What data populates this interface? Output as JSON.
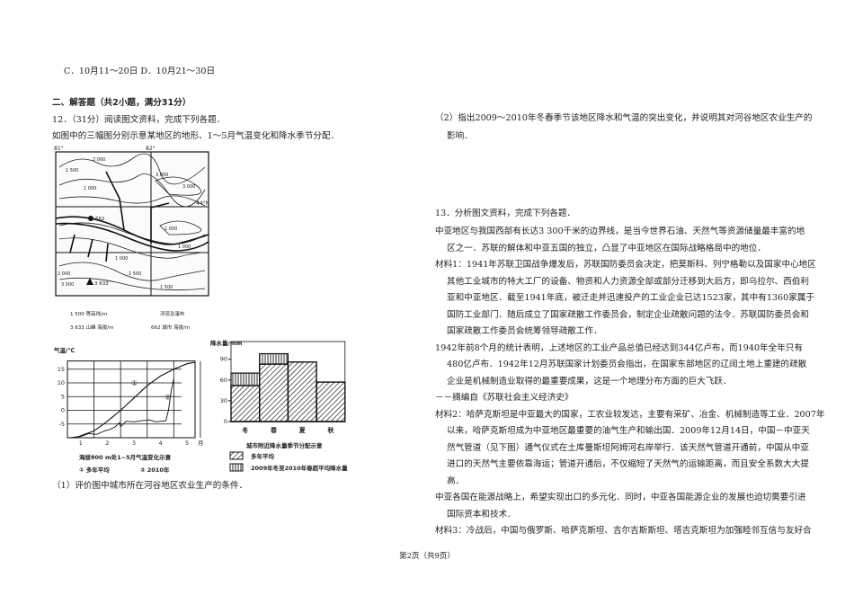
{
  "left": {
    "option_line": "C．10月11～20日 D．10月21～30日",
    "section_heading": "二、解答题（共2小题，满分31分）",
    "q12_title": "12．（31分）阅读图文资料，完成下列各题．",
    "q12_intro": "如图中的三幅图分别示意某地区的地形、1～5月气温变化和降水季节分配．",
    "map": {
      "lon_labels": [
        "81°",
        "82°"
      ],
      "lat_label": "44°N",
      "contour_labels": [
        "1 500",
        "2 000",
        "1 000",
        "3 000",
        "3 000",
        "1 000",
        "1 000",
        "1 000",
        "2 000",
        "3 000",
        "1 500",
        "2 000",
        "1 500",
        "1 000",
        "1 500"
      ],
      "city_label": "662",
      "peak_label": "3 633",
      "legend": {
        "contour": "1 500 等高线/m",
        "river": "河流及瀑布",
        "peak": "3 633 山峰 海拔/m",
        "city": "662 城市 海拔/m"
      }
    },
    "q12_part1": "（1）评价图中城市所在河谷地区农业生产的条件．"
  },
  "chart_data": [
    {
      "type": "line",
      "title": "海拔800 m处1~5月气温变化示意",
      "ylabel": "气温/℃",
      "xlabel": "月",
      "x_ticks": [
        "1",
        "2",
        "3",
        "4",
        "5"
      ],
      "y_ticks": [
        15,
        10,
        5,
        0,
        -5
      ],
      "ylim": [
        -10,
        18
      ],
      "xlim": [
        0.5,
        5.3
      ],
      "grid": true,
      "series": [
        {
          "name": "① 多年平均",
          "marker": "①",
          "x": [
            0.8,
            1.5,
            2.0,
            2.5,
            3.0,
            3.5,
            4.0,
            4.5,
            5.0,
            5.3
          ],
          "y": [
            -10,
            -7.5,
            -4,
            0,
            4.5,
            9,
            12.5,
            15,
            17,
            17.5
          ]
        },
        {
          "name": "② 2010年",
          "marker": "②",
          "x": [
            0.6,
            1.0,
            1.3,
            1.6,
            1.9,
            2.1,
            2.3,
            2.45,
            2.5,
            2.7,
            3.0,
            3.3,
            3.6,
            3.8,
            4.0,
            4.2,
            4.3,
            4.4,
            4.5
          ],
          "y": [
            -10,
            -9.5,
            -8.5,
            -8.8,
            -7.5,
            -7,
            -6,
            -4.5,
            -6,
            -4,
            -4.2,
            -3.8,
            -3.5,
            -4.2,
            -4,
            -3.8,
            0,
            7,
            11.5
          ]
        }
      ]
    },
    {
      "type": "bar",
      "title": "城市附近降水量季节分配示意",
      "ylabel": "降水量/mm",
      "categories": [
        "冬",
        "春",
        "夏",
        "秋"
      ],
      "y_ticks": [
        0,
        30,
        60,
        90
      ],
      "ylim": [
        0,
        100
      ],
      "series": [
        {
          "name": "多年平均",
          "pattern": "diagonal-hatch",
          "values": [
            52,
            83,
            86,
            57
          ]
        },
        {
          "name": "2009年冬至2010年春超平均降水量",
          "pattern": "vertical-hatch",
          "values": [
            18,
            15,
            0,
            0
          ]
        }
      ]
    }
  ],
  "right": {
    "q12_part2": [
      "（2）指出2009～2010年冬春季节该地区降水和气温的突出变化，并说明其对河谷地区农业生产的",
      "影响．"
    ],
    "q13_title": "13．分析图文资料，完成下列各题．",
    "lines": [
      "中亚地区与我国西部有长达3 300千米的边界线，是当今世界石油、天然气等资源储量最丰富的地",
      "区之一．苏联的解体和中亚五国的独立，凸显了中亚地区在国际战略格局中的地位．",
      "材料1：1941年苏联卫国战争爆发后，苏联国防委员会决定，把莫斯科、列宁格勒以及国家中心地区",
      "其他工业城市的特大工厂的设备、物资和人力资源全部或部分迁移到大后方，即乌拉尔、西伯利",
      "亚和中亚地区．截至1941年底，被迁走并迅速投产的工业企业已达1523家，其中有1360家属于",
      "国防工业部门．随后成立了国家疏散工作委员会，制定企业疏散问题的法令．苏联国防委员会和",
      "国家疏散工作委员会统筹领导疏散工作．",
      "1942年前8个月的统计表明，上述地区的工业产品总值已经达到344亿卢布，而1940年全年只有",
      "480亿卢布．1942年12月苏联国家计划委员会指出，在国家东部地区的辽阔土地上重建的疏散",
      "企业是机械制造业取得的最重要成果，这是一个地理分布方面的巨大飞跃．",
      "－－摘编自《苏联社会主义经济史》",
      "材料2：哈萨克斯坦是中亚最大的国家，工农业较发达，主要有采矿、冶金、机械制造等工业．2007年",
      "以来，哈萨克斯坦成为中亚地区最重要的油气生产和输出国．2009年12月14日，中国－中亚天",
      "然气管道（见下图）通气仪式在土库曼斯坦阿姆河右岸举行．该天然气管道开通前，中国从中亚",
      "进口的天然气主要依靠海运；管道开通后，不仅缩短了天然气的运输距离，而且安全系数大大提",
      "高．",
      "中亚各国在能源战略上，希望实现出口的多元化．同时，中亚各国能源企业的发展也迫切需要引进",
      "国际资本和技术．",
      "材料3：冷战后，中国与俄罗斯、哈萨克斯坦、吉尔吉斯斯坦、塔吉克斯坦为加强睦邻互信与友好合"
    ]
  },
  "footer": {
    "page": "第2页（共9页）"
  }
}
